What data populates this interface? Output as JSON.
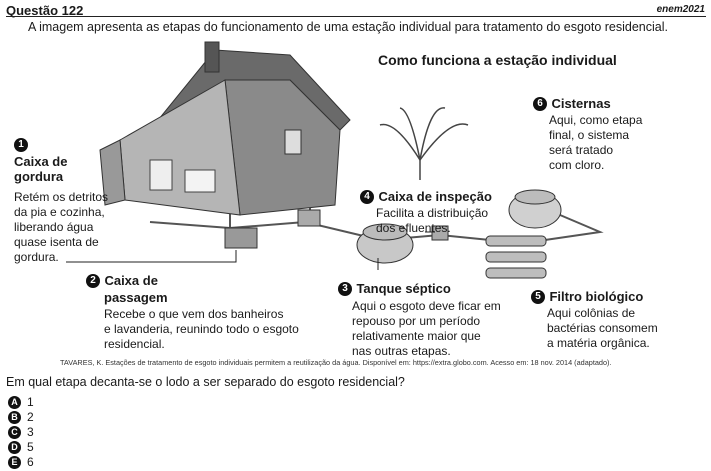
{
  "header": {
    "question": "Questão 122",
    "brand": "enem2021"
  },
  "prompt": "A imagem apresenta as etapas do funcionamento de uma estação individual para tratamento do esgoto residencial.",
  "figure": {
    "title": "Como funciona a estação individual",
    "steps": [
      {
        "n": "1",
        "title_l1": "Caixa de",
        "title_l2": "gordura",
        "desc": [
          "Retém os detritos",
          "da pia e cozinha,",
          "liberando água",
          "quase isenta de",
          "gordura."
        ]
      },
      {
        "n": "2",
        "title_l1": "Caixa de",
        "title_l2": "passagem",
        "desc": [
          "Recebe o que vem dos banheiros",
          "e lavanderia, reunindo todo o esgoto",
          "residencial."
        ]
      },
      {
        "n": "3",
        "title_l1": "Tanque séptico",
        "desc": [
          "Aqui o esgoto deve ficar em",
          "repouso por um período",
          "relativamente maior que",
          "nas  outras etapas."
        ]
      },
      {
        "n": "4",
        "title_l1": "Caixa de inspeção",
        "desc": [
          "Facilita a distribuição",
          "dos efluentes."
        ]
      },
      {
        "n": "5",
        "title_l1": "Filtro biológico",
        "desc": [
          "Aqui colônias de",
          "bactérias consomem",
          "a matéria orgânica."
        ]
      },
      {
        "n": "6",
        "title_l1": "Cisternas",
        "desc": [
          "Aqui, como etapa",
          "final, o sistema",
          "será tratado",
          "com cloro."
        ]
      }
    ]
  },
  "credit": "TAVARES, K. Estações de tratamento de esgoto individuais permitem a reutilização da água. Disponível em: https://extra.globo.com. Acesso em: 18 nov. 2014 (adaptado).",
  "question": "Em qual etapa decanta-se o lodo a ser separado do esgoto residencial?",
  "options": [
    {
      "letter": "A",
      "text": "1"
    },
    {
      "letter": "B",
      "text": "2"
    },
    {
      "letter": "C",
      "text": "3"
    },
    {
      "letter": "D",
      "text": "5"
    },
    {
      "letter": "E",
      "text": "6"
    }
  ]
}
